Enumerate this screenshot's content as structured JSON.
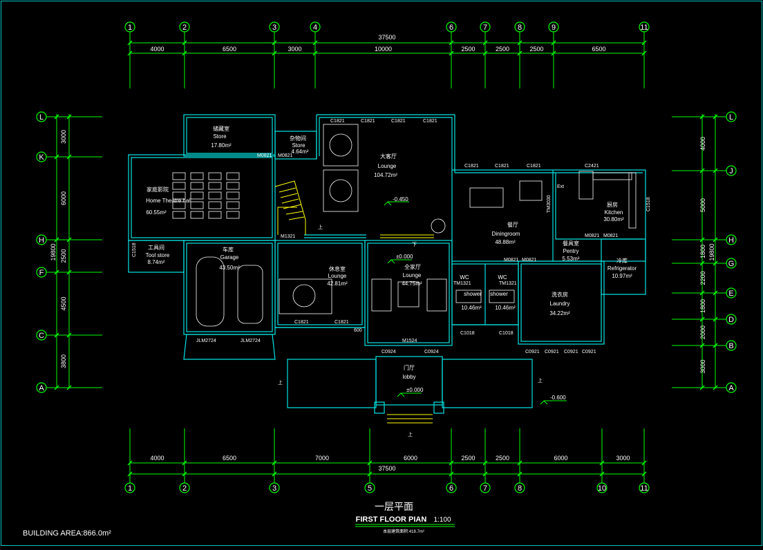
{
  "colors": {
    "background": "#000000",
    "grid": "#00ff00",
    "wall": "#00e5e5",
    "text": "#ffffff",
    "stair": "#ffff00",
    "frame": "#00c8c8"
  },
  "grid": {
    "cols_top": [
      "1",
      "2",
      "3",
      "4",
      "6",
      "7",
      "8",
      "9",
      "11"
    ],
    "cols_bottom": [
      "1",
      "2",
      "3",
      "5",
      "6",
      "7",
      "8",
      "10",
      "11"
    ],
    "rows_left": [
      "L",
      "K",
      "H",
      "F",
      "C",
      "A"
    ],
    "rows_right": [
      "L",
      "J",
      "H",
      "G",
      "E",
      "D",
      "B",
      "A"
    ]
  },
  "dims": {
    "top_total": "37500",
    "top_segments": [
      "4000",
      "6500",
      "3000",
      "10000",
      "2500",
      "2500",
      "2500",
      "6500"
    ],
    "bottom_total": "37500",
    "bottom_segments": [
      "4000",
      "6500",
      "7000",
      "6000",
      "2500",
      "2500",
      "6000",
      "3000"
    ],
    "left_total": "19800",
    "left_segments": [
      "3000",
      "6000",
      "2500",
      "4500",
      "3800"
    ],
    "right_total": "19800",
    "right_segments": [
      "4000",
      "5000",
      "1800",
      "2200",
      "1800",
      "2000",
      "3000"
    ]
  },
  "rooms": {
    "store1": {
      "cn": "储藏室",
      "en": "Store",
      "area": "17.80m²"
    },
    "store2": {
      "cn": "杂物间",
      "en": "Store",
      "area": "4.64m²"
    },
    "theatre": {
      "cn": "家庭影院",
      "en": "Home Theatre hall",
      "area": "60.55m²"
    },
    "lounge_big": {
      "cn": "大客厅",
      "en": "Lounge",
      "area": "104.72m²"
    },
    "dining": {
      "cn": "餐厅",
      "en": "Diningroom",
      "area": "48.88m²"
    },
    "kitchen": {
      "cn": "厨房",
      "en": "Kitchen",
      "area": "30.80m²"
    },
    "tool": {
      "cn": "工具间",
      "en": "Tool store",
      "area": "8.74m²"
    },
    "garage": {
      "cn": "车库",
      "en": "Garage",
      "area": "43.50m²"
    },
    "leisure": {
      "cn": "休息室",
      "en": "Lounge",
      "area": "42.81m²"
    },
    "family": {
      "cn": "全家厅",
      "en": "Lounge",
      "area": "44.75m²"
    },
    "wc1": {
      "en": "WC",
      "sub": "shower",
      "area": "10.46m²"
    },
    "wc2": {
      "en": "WC",
      "sub": "shower",
      "area": "10.46m²"
    },
    "laundry": {
      "cn": "洗衣房",
      "en": "Laundry",
      "area": "34.22m²"
    },
    "pantry": {
      "cn": "餐具室",
      "en": "Pentry",
      "area": "5.53m²"
    },
    "refrig": {
      "cn": "冷库",
      "en": "Refrigerator",
      "area": "10.97m²"
    },
    "lobby": {
      "cn": "门厅",
      "en": "lobby"
    }
  },
  "tags": {
    "c1821": "C1821",
    "c2421": "C2421",
    "c1018": "C1018",
    "c0924": "C0924",
    "c0921": "C0921",
    "c1518": "C1518",
    "m0821": "M0821",
    "m1321": "M1321",
    "m1524": "M1524",
    "jlm": "JLM2724",
    "tm1321": "TM1321",
    "tm3030": "TM3030",
    "ext": "Ext",
    "up": "上",
    "down": "下",
    "dim600": "600"
  },
  "levels": {
    "lounge": "-0.450",
    "family": "±0.000",
    "lobby": "±0.000",
    "outdoor": "-0.600"
  },
  "title": {
    "cn": "一层平面",
    "en": "FIRST FLOOR PIAN",
    "scale": "1:100",
    "note": "本层建筑面积:418.7m²"
  },
  "building_area": "BUILDING AREA:866.0m²"
}
